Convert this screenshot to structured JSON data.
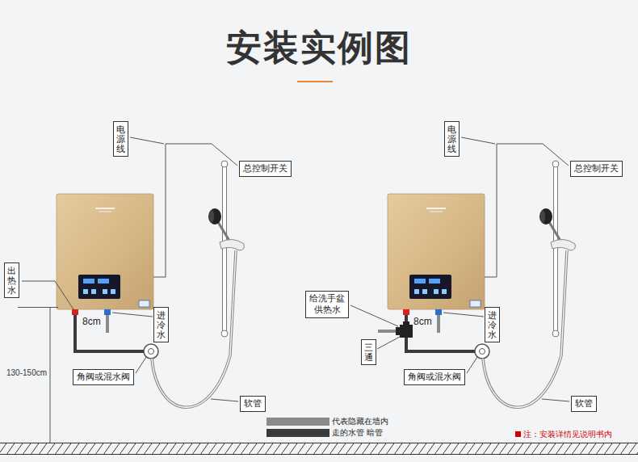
{
  "diagram": {
    "title": "安装实例图",
    "nodes": [
      {
        "text": [
          "电源线"
        ]
      },
      {
        "text": [
          "总控制开关"
        ]
      },
      {
        "text": [
          "出热水"
        ]
      },
      {
        "text": [
          "进冷水"
        ]
      },
      {
        "text": [
          "角阀或混水阀"
        ]
      },
      {
        "text": [
          "软管"
        ]
      },
      {
        "text": [
          "电源线"
        ]
      },
      {
        "text": [
          "总控制开关"
        ]
      },
      {
        "text": [
          "给洗手盆供热水"
        ]
      },
      {
        "text": [
          "进冷水"
        ]
      },
      {
        "text": [
          "三通"
        ]
      },
      {
        "text": [
          "角阀或混水阀"
        ]
      },
      {
        "text": [
          "软管"
        ]
      }
    ],
    "labels": [
      "8cm",
      "130-150cm",
      "8cm",
      "注：安装详情见说明书内"
    ],
    "legend": [
      {
        "text": "代表隐藏在墙内",
        "color": "#8a8a8a"
      },
      {
        "text": "走的水管 暗管",
        "color": "#3a3a3a"
      }
    ]
  }
}
